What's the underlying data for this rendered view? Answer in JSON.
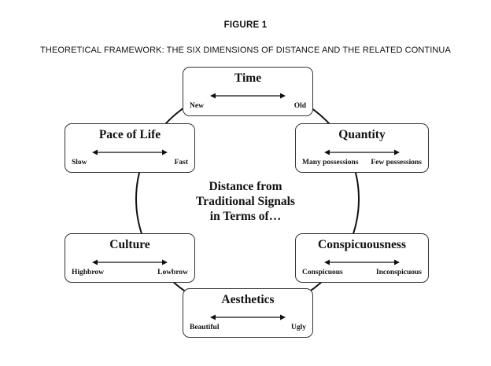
{
  "figure": {
    "label": "FIGURE 1",
    "title": "THEORETICAL FRAMEWORK: THE SIX DIMENSIONS OF DISTANCE AND THE RELATED CONTINUA"
  },
  "center": {
    "lines": [
      "Distance from",
      "Traditional Signals",
      "in Terms of…"
    ]
  },
  "dimensions": [
    {
      "name": "Time",
      "left_pole": "New",
      "right_pole": "Old"
    },
    {
      "name": "Quantity",
      "left_pole": "Many possessions",
      "right_pole": "Few possessions"
    },
    {
      "name": "Conspicuousness",
      "left_pole": "Conspicuous",
      "right_pole": "Inconspicuous"
    },
    {
      "name": "Aesthetics",
      "left_pole": "Beautiful",
      "right_pole": "Ugly"
    },
    {
      "name": "Culture",
      "left_pole": "Highbrow",
      "right_pole": "Lowbrow"
    },
    {
      "name": "Pace of Life",
      "left_pole": "Slow",
      "right_pole": "Fast"
    }
  ],
  "arrow_icon": "double-headed-arrow-icon",
  "colors": {
    "ink": "#111111",
    "box_border": "#333333",
    "background": "#ffffff"
  }
}
